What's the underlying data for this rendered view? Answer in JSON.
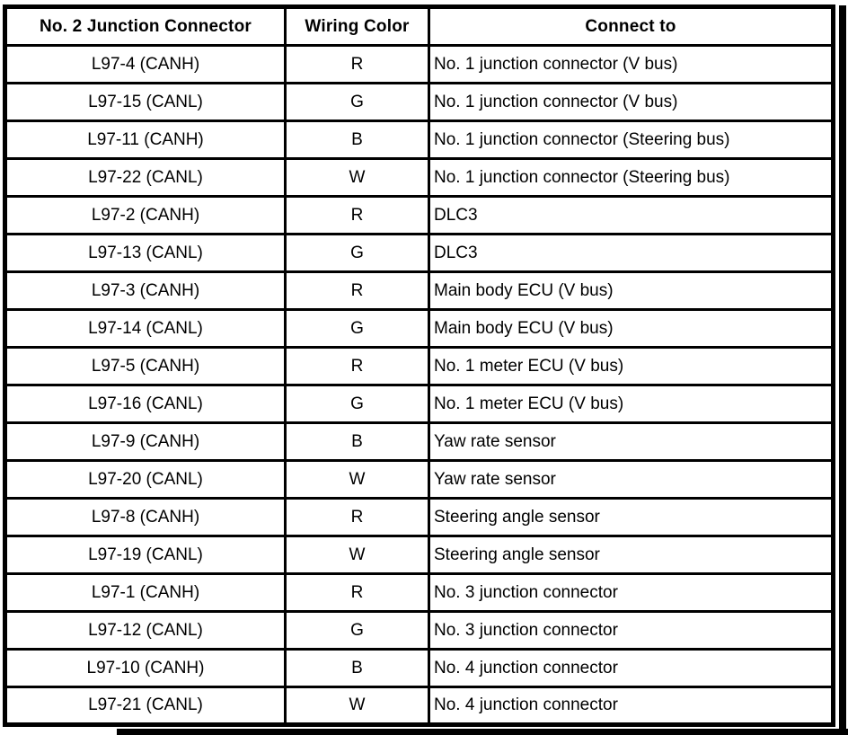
{
  "colors": {
    "border": "#000000",
    "background": "#ffffff",
    "text": "#000000"
  },
  "table": {
    "headers": {
      "connector": "No. 2 Junction Connector",
      "wiring_color": "Wiring Color",
      "connect_to": "Connect to"
    },
    "rows": [
      {
        "connector": "L97-4 (CANH)",
        "wiring_color": "R",
        "connect_to": "No. 1 junction connector (V bus)"
      },
      {
        "connector": "L97-15 (CANL)",
        "wiring_color": "G",
        "connect_to": "No. 1 junction connector (V bus)"
      },
      {
        "connector": "L97-11 (CANH)",
        "wiring_color": "B",
        "connect_to": "No. 1 junction connector (Steering bus)"
      },
      {
        "connector": "L97-22 (CANL)",
        "wiring_color": "W",
        "connect_to": "No. 1 junction connector (Steering bus)"
      },
      {
        "connector": "L97-2 (CANH)",
        "wiring_color": "R",
        "connect_to": "DLC3"
      },
      {
        "connector": "L97-13 (CANL)",
        "wiring_color": "G",
        "connect_to": "DLC3"
      },
      {
        "connector": "L97-3 (CANH)",
        "wiring_color": "R",
        "connect_to": "Main body ECU (V bus)"
      },
      {
        "connector": "L97-14 (CANL)",
        "wiring_color": "G",
        "connect_to": "Main body ECU (V bus)"
      },
      {
        "connector": "L97-5 (CANH)",
        "wiring_color": "R",
        "connect_to": "No. 1 meter ECU (V bus)"
      },
      {
        "connector": "L97-16 (CANL)",
        "wiring_color": "G",
        "connect_to": "No. 1 meter ECU (V bus)"
      },
      {
        "connector": "L97-9 (CANH)",
        "wiring_color": "B",
        "connect_to": "Yaw rate sensor"
      },
      {
        "connector": "L97-20 (CANL)",
        "wiring_color": "W",
        "connect_to": "Yaw rate sensor"
      },
      {
        "connector": "L97-8 (CANH)",
        "wiring_color": "R",
        "connect_to": "Steering angle sensor"
      },
      {
        "connector": "L97-19 (CANL)",
        "wiring_color": "W",
        "connect_to": "Steering angle sensor"
      },
      {
        "connector": "L97-1 (CANH)",
        "wiring_color": "R",
        "connect_to": "No. 3 junction connector"
      },
      {
        "connector": "L97-12 (CANL)",
        "wiring_color": "G",
        "connect_to": "No. 3 junction connector"
      },
      {
        "connector": "L97-10 (CANH)",
        "wiring_color": "B",
        "connect_to": "No. 4 junction connector"
      },
      {
        "connector": "L97-21 (CANL)",
        "wiring_color": "W",
        "connect_to": "No. 4 junction connector"
      }
    ]
  }
}
